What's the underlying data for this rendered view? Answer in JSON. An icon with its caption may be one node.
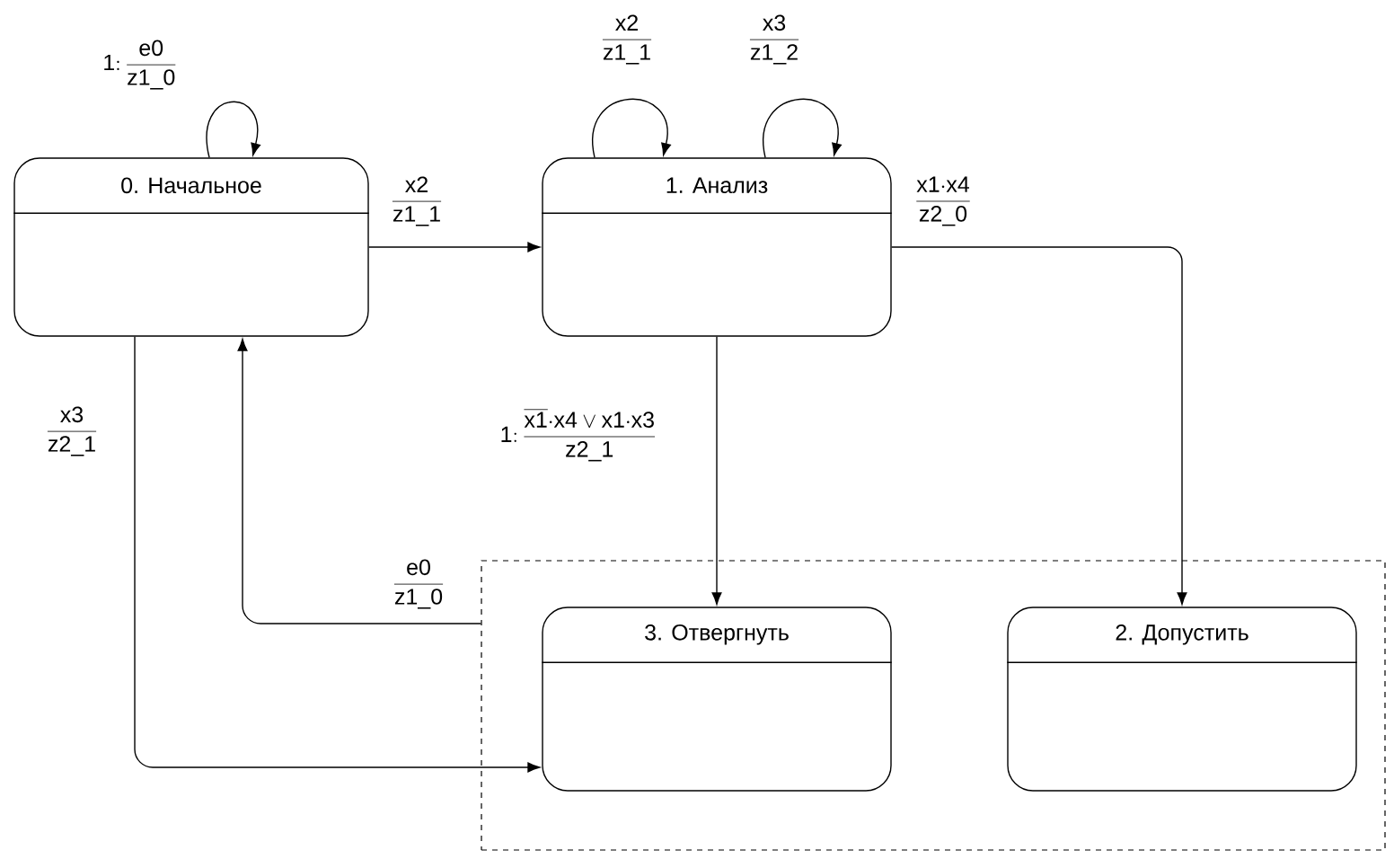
{
  "diagram": {
    "nodes": [
      {
        "text": [
          "0. Начальное"
        ]
      },
      {
        "text": [
          "1. Анализ"
        ]
      },
      {
        "text": [],
        "shape": "box"
      },
      {
        "text": [
          "3. Отвергнуть"
        ],
        "in": 2
      },
      {
        "text": [
          "2. Допустить"
        ],
        "in": 2
      }
    ],
    "edges": [
      {
        "from": 0,
        "to": 0,
        "arrow": "to",
        "label": "\\mathsf{1{:}}\\,\\frac{\\mathsf{e0}}{\\mathsf{z1\\_0}}"
      },
      {
        "from": 0,
        "to": 1,
        "arrow": "to",
        "label": "\\frac{\\mathsf{x2}}{\\mathsf{z1\\_1}}"
      },
      {
        "from": 1,
        "to": 1,
        "arrow": "to",
        "label": "\\frac{\\mathsf{x2}}{\\mathsf{z1\\_1}}"
      },
      {
        "from": 1,
        "to": 1,
        "arrow": "to",
        "label": "\\frac{\\mathsf{x3}}{\\mathsf{z1\\_2}}"
      },
      {
        "from": 1,
        "to": 4,
        "arrow": "to",
        "label": "\\frac{\\mathsf{x1{\\cdot}x4}}{\\mathsf{z2\\_0}}"
      },
      {
        "from": 1,
        "to": 3,
        "arrow": "to",
        "label": "\\mathsf{1{:}}\\,\\frac{\\overline{\\mathsf{x1}}{\\cdot}\\mathsf{x4}\\vee\\mathsf{x1}{\\cdot}\\mathsf{x3}}{\\mathsf{z2\\_1}}"
      },
      {
        "from": 0,
        "to": 3,
        "arrow": "to",
        "label": "\\frac{\\mathsf{x3}}{\\mathsf{z2\\_1}}"
      },
      {
        "from": 2,
        "to": 0,
        "arrow": "to",
        "label": "\\frac{\\mathsf{e0}}{\\mathsf{z1\\_0}}"
      }
    ]
  }
}
